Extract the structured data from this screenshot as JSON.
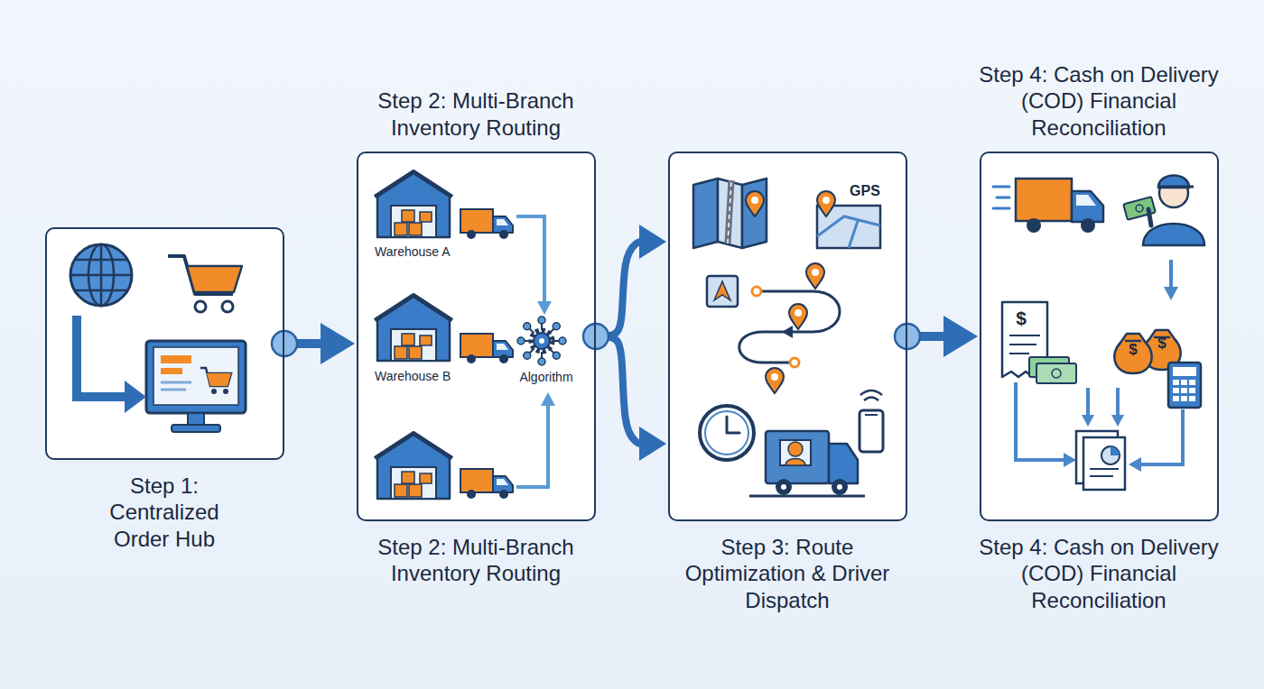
{
  "diagram": {
    "nodes": [
      {
        "text": [
          "Step 1: Centralized Order Hub"
        ]
      },
      {
        "text": [
          "Step 2: Multi-Branch Inventory Routing",
          "Step 2: Multi-Branch Inventory Routing"
        ]
      },
      {
        "text": [
          "Step 3: Route Optimization & Driver Dispatch"
        ]
      },
      {
        "text": [
          "Step 4: Cash on Delivery (COD) Financial Reconciliation",
          "Step 4: Cash on Delivery (COD) Financial Reconciliation"
        ]
      }
    ],
    "edges": [
      {
        "from": 0,
        "to": 1,
        "arrow": "to"
      },
      {
        "from": 1,
        "to": 2,
        "arrow": "to"
      },
      {
        "from": 2,
        "to": 3,
        "arrow": "to"
      }
    ],
    "labels": [
      "Warehouse A",
      "Warehouse B",
      "Algorithm",
      "GPS",
      "$",
      "$",
      "$"
    ]
  }
}
